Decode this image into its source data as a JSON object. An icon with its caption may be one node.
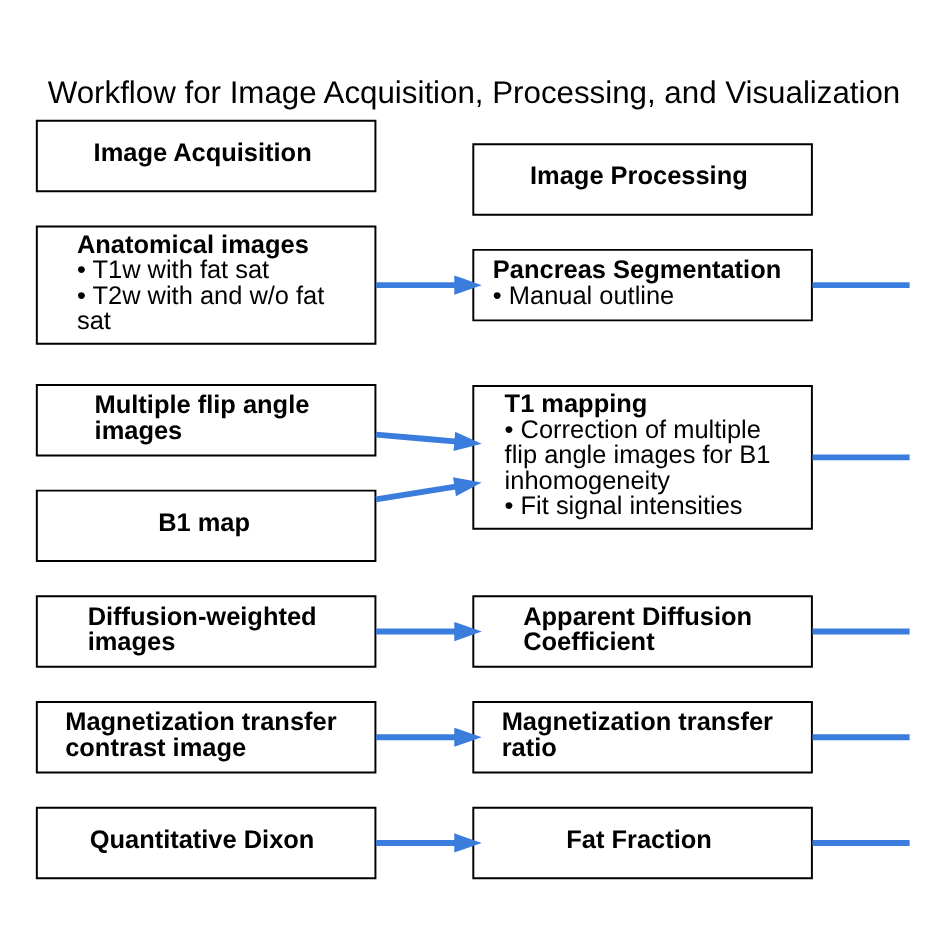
{
  "diagram": {
    "title": "Workflow for Image Acquisition, Processing, and Visualization",
    "nodes": [
      {
        "text": [
          "Image Acquisition"
        ]
      },
      {
        "text": [
          "Image Processing"
        ]
      },
      {
        "text": [
          "Anatomical images",
          "• T1w with fat sat",
          "• T2w with and w/o fat sat"
        ]
      },
      {
        "text": [
          "Pancreas Segmentation",
          "• Manual outline"
        ]
      },
      {
        "text": [
          "Multiple flip angle images"
        ]
      },
      {
        "text": [
          "T1 mapping",
          "• Correction of multiple flip angle images for B1 inhomogeneity",
          "• Fit signal intensities"
        ]
      },
      {
        "text": [
          "B1 map"
        ]
      },
      {
        "text": [
          "Diffusion-weighted images"
        ]
      },
      {
        "text": [
          "Apparent Diffusion Coefficient"
        ]
      },
      {
        "text": [
          "Magnetization transfer contrast image"
        ]
      },
      {
        "text": [
          "Magnetization transfer ratio"
        ]
      },
      {
        "text": [
          "Quantitative Dixon"
        ]
      },
      {
        "text": [
          "Fat Fraction"
        ]
      }
    ],
    "edges": [
      {
        "from": 2,
        "to": 3,
        "arrow": "to"
      },
      {
        "from": 3,
        "to": null,
        "arrow": "none"
      },
      {
        "from": 4,
        "to": 5,
        "arrow": "to"
      },
      {
        "from": 6,
        "to": 5,
        "arrow": "to"
      },
      {
        "from": 5,
        "to": null,
        "arrow": "none"
      },
      {
        "from": 7,
        "to": 8,
        "arrow": "to"
      },
      {
        "from": 8,
        "to": null,
        "arrow": "none"
      },
      {
        "from": 9,
        "to": 10,
        "arrow": "to"
      },
      {
        "from": 10,
        "to": null,
        "arrow": "none"
      },
      {
        "from": 11,
        "to": 12,
        "arrow": "to"
      },
      {
        "from": 12,
        "to": null,
        "arrow": "none"
      }
    ]
  }
}
